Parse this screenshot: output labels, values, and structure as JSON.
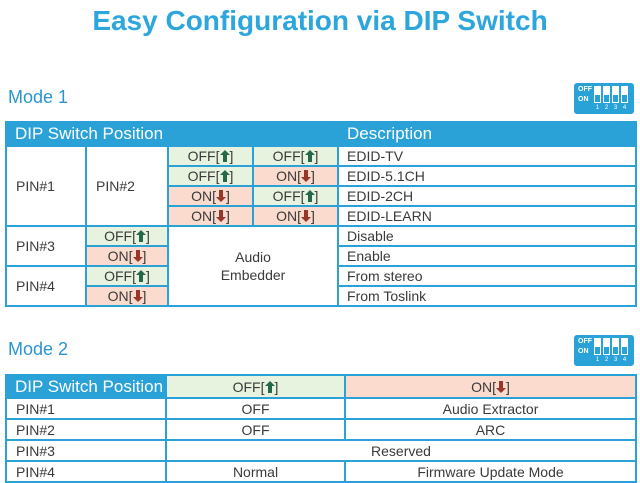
{
  "title": "Easy Configuration via DIP Switch",
  "colors": {
    "accent_blue": "#2aa2d8",
    "title_blue": "#2ca6dd",
    "off_green_bg": "#e7f3df",
    "on_pink_bg": "#fadbcd",
    "arrow_up_green": "#26694a",
    "arrow_down_red": "#97382b"
  },
  "dip_icon": {
    "off_label": "OFF",
    "on_label": "ON",
    "pin_numbers": [
      "1",
      "2",
      "3",
      "4"
    ]
  },
  "mode1": {
    "heading": "Mode 1",
    "header": {
      "position": "DIP Switch Position",
      "description": "Description"
    },
    "pin1_label": "PIN#1",
    "pin2_label": "PIN#2",
    "pin3_label": "PIN#3",
    "pin4_label": "PIN#4",
    "pin12_rows": [
      {
        "pin1_state": {
          "label": "OFF",
          "dir": "up"
        },
        "pin2_state": {
          "label": "OFF",
          "dir": "up"
        },
        "description": "EDID-TV"
      },
      {
        "pin1_state": {
          "label": "OFF",
          "dir": "up"
        },
        "pin2_state": {
          "label": "ON",
          "dir": "down"
        },
        "description": "EDID-5.1CH"
      },
      {
        "pin1_state": {
          "label": "ON",
          "dir": "down"
        },
        "pin2_state": {
          "label": "OFF",
          "dir": "up"
        },
        "description": "EDID-2CH"
      },
      {
        "pin1_state": {
          "label": "ON",
          "dir": "down"
        },
        "pin2_state": {
          "label": "ON",
          "dir": "down"
        },
        "description": "EDID-LEARN"
      }
    ],
    "audio_embedder_label": "Audio Embedder",
    "pin34_rows": [
      {
        "state": {
          "label": "OFF",
          "dir": "up"
        },
        "description": "Disable"
      },
      {
        "state": {
          "label": "ON",
          "dir": "down"
        },
        "description": "Enable"
      },
      {
        "state": {
          "label": "OFF",
          "dir": "up"
        },
        "description": "From stereo"
      },
      {
        "state": {
          "label": "ON",
          "dir": "down"
        },
        "description": "From Toslink"
      }
    ]
  },
  "mode2": {
    "heading": "Mode 2",
    "header": {
      "position": "DIP Switch Position",
      "off_state": {
        "label": "OFF",
        "dir": "up"
      },
      "on_state": {
        "label": "ON",
        "dir": "down"
      }
    },
    "rows": [
      {
        "pin": "PIN#1",
        "off_value": "OFF",
        "on_value": "Audio Extractor"
      },
      {
        "pin": "PIN#2",
        "off_value": "OFF",
        "on_value": "ARC"
      },
      {
        "pin": "PIN#3",
        "merged_value": "Reserved"
      },
      {
        "pin": "PIN#4",
        "off_value": "Normal",
        "on_value": "Firmware Update Mode"
      }
    ]
  }
}
